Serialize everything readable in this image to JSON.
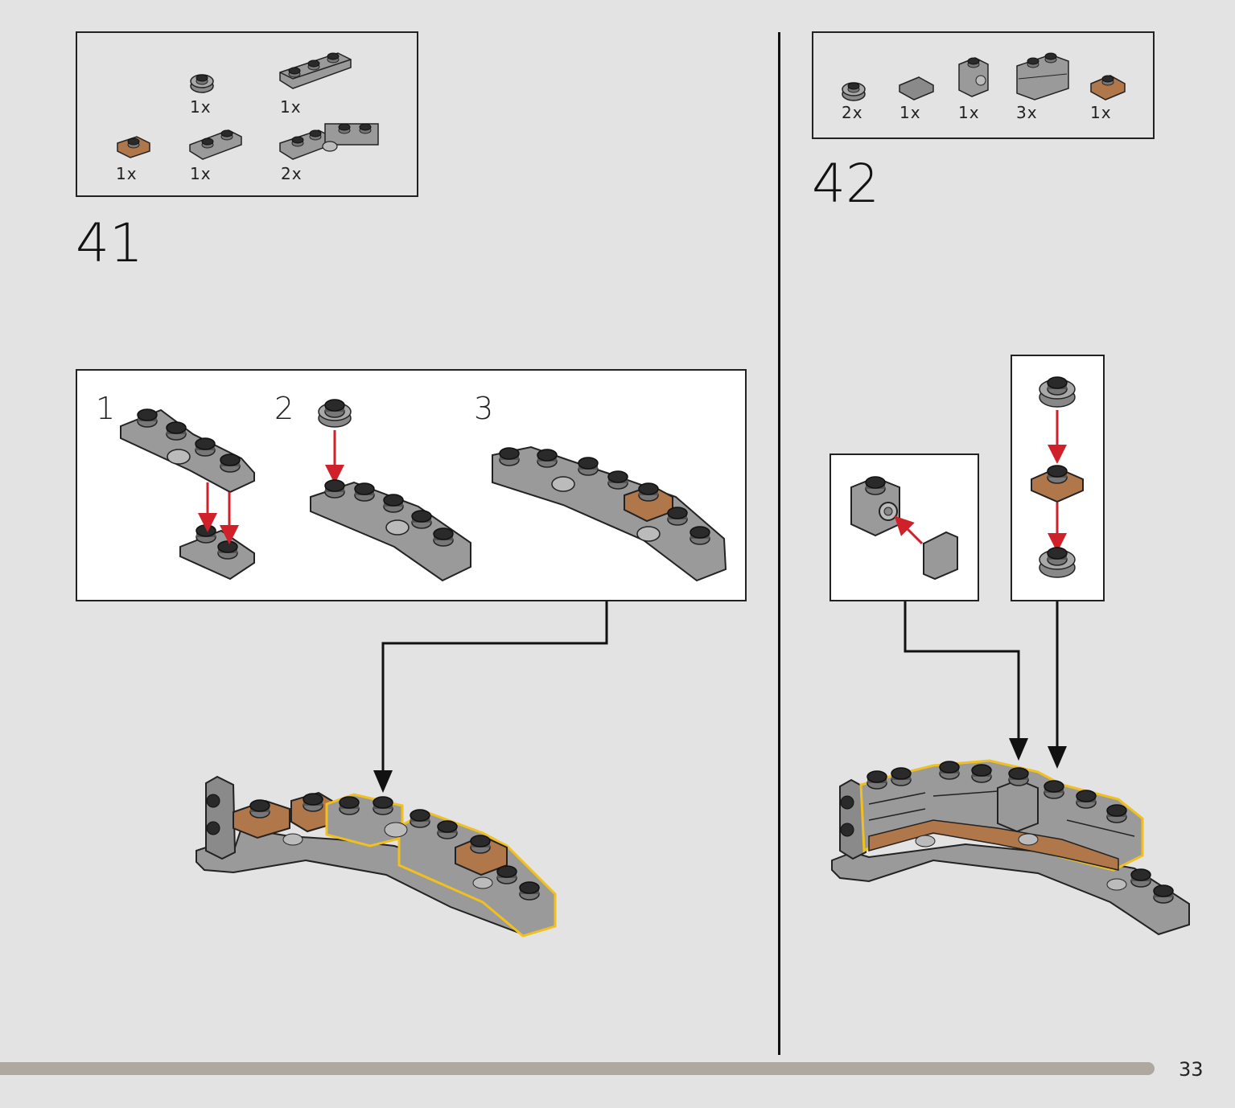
{
  "page": {
    "number": "33"
  },
  "steps": [
    {
      "number": "41",
      "parts": [
        {
          "qty": "1x",
          "icon": "round-plate-icon",
          "color": "#9a9a9a"
        },
        {
          "qty": "1x",
          "icon": "plate-1x4-icon",
          "color": "#9a9a9a"
        },
        {
          "qty": "1x",
          "icon": "plate-1x1-icon",
          "color": "#b0784a"
        },
        {
          "qty": "1x",
          "icon": "plate-1x2-icon",
          "color": "#9a9a9a"
        },
        {
          "qty": "2x",
          "icon": "hinge-plate-icon",
          "color": "#9a9a9a"
        }
      ],
      "substeps": [
        "1",
        "2",
        "3"
      ]
    },
    {
      "number": "42",
      "parts": [
        {
          "qty": "2x",
          "icon": "round-plate-icon",
          "color": "#9a9a9a"
        },
        {
          "qty": "1x",
          "icon": "tile-1x1-icon",
          "color": "#8a8a8a"
        },
        {
          "qty": "1x",
          "icon": "bracket-stud-icon",
          "color": "#9a9a9a"
        },
        {
          "qty": "3x",
          "icon": "brick-masonry-icon",
          "color": "#9a9a9a"
        },
        {
          "qty": "1x",
          "icon": "plate-1x1-icon",
          "color": "#b0784a"
        }
      ]
    }
  ],
  "colors": {
    "gray": "#9a9a9a",
    "brown": "#b0784a",
    "arrow_red": "#d0202a",
    "highlight": "#f0c020"
  }
}
